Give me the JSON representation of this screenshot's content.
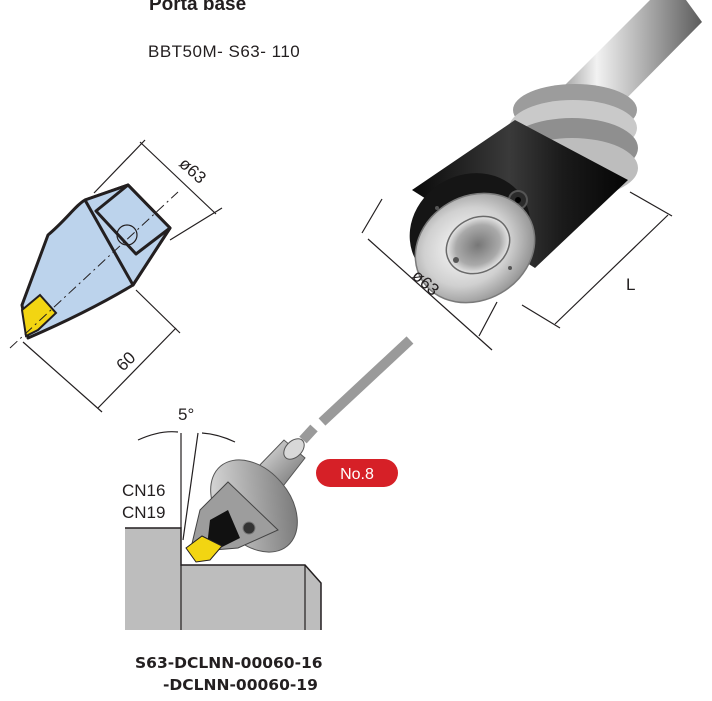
{
  "title": "Porta base",
  "model": "BBT50M- S63-   110",
  "holder_dimensions": {
    "diameter": "ø63",
    "length": "L"
  },
  "sketch_dimensions": {
    "diameter": "ø63",
    "length": "60"
  },
  "badge": {
    "label": "No.8",
    "color": "#d62027"
  },
  "angle": "5°",
  "inserts": [
    "CN16",
    "CN19"
  ],
  "part_numbers": [
    "S63-DCLNN-00060-16",
    "-DCLNN-00060-19"
  ],
  "colors": {
    "sketch_fill": "#bcd3ec",
    "insert": "#f2d512",
    "connector": "#9a9a9a"
  }
}
